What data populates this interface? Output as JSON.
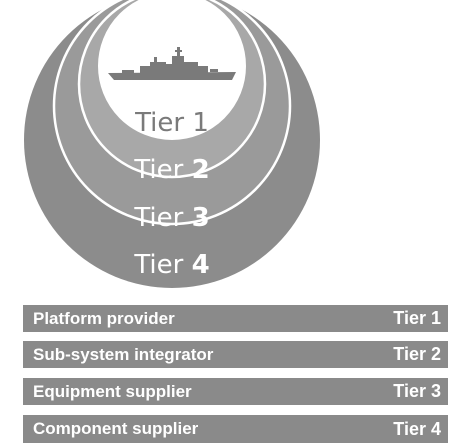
{
  "diagram": {
    "rings": [
      {
        "label": "Tier",
        "number": "1"
      },
      {
        "label": "Tier",
        "number": "2"
      },
      {
        "label": "Tier",
        "number": "3"
      },
      {
        "label": "Tier",
        "number": "4"
      }
    ],
    "colors": {
      "outer_ring": "#8c8c8c",
      "ring_3": "#9a9a9a",
      "ring_2": "#a8a8a8",
      "inner_circle": "#ffffff",
      "ring_stroke": "#ffffff",
      "ship": "#7a7a7a",
      "label_light": "#ffffff",
      "label_dark": "#7a7a7a"
    },
    "icon": "warship-icon"
  },
  "table": {
    "rows": [
      {
        "role": "Platform provider",
        "tier": "Tier 1"
      },
      {
        "role": "Sub-system integrator",
        "tier": "Tier 2"
      },
      {
        "role": "Equipment supplier",
        "tier": "Tier 3"
      },
      {
        "role": "Component supplier",
        "tier": "Tier 4"
      }
    ],
    "bar_color": "#8a8a8a",
    "text_color": "#ffffff"
  }
}
